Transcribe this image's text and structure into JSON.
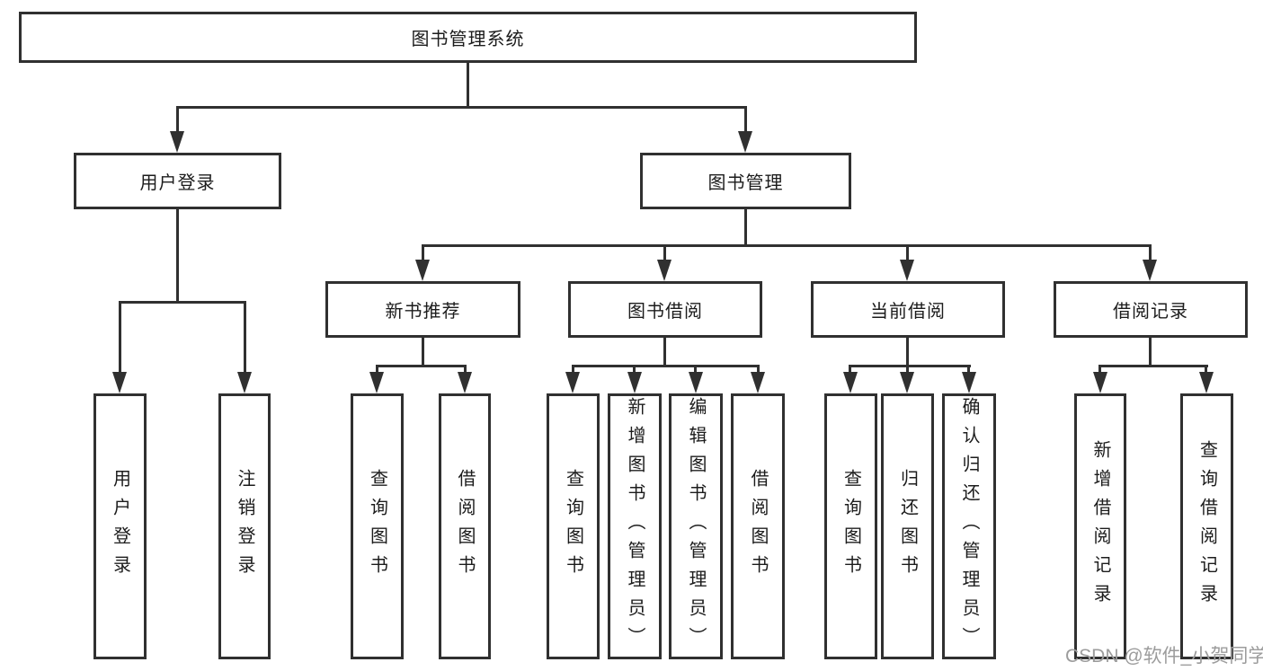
{
  "watermark": "CSDN @软件_小贺同学",
  "colors": {
    "line": "#303030",
    "text": "#1c1c1c",
    "background": "#ffffff",
    "watermark": "#9c9c9c"
  },
  "tree": {
    "label": "图书管理系统",
    "children": [
      {
        "label": "用户登录",
        "children": [
          {
            "label": "用户登录"
          },
          {
            "label": "注销登录"
          }
        ]
      },
      {
        "label": "图书管理",
        "children": [
          {
            "label": "新书推荐",
            "children": [
              {
                "label": "查询图书"
              },
              {
                "label": "借阅图书"
              }
            ]
          },
          {
            "label": "图书借阅",
            "children": [
              {
                "label": "查询图书"
              },
              {
                "label": "新增图书（管理员）"
              },
              {
                "label": "编辑图书（管理员）"
              },
              {
                "label": "借阅图书"
              }
            ]
          },
          {
            "label": "当前借阅",
            "children": [
              {
                "label": "查询图书"
              },
              {
                "label": "归还图书"
              },
              {
                "label": "确认归还（管理员）"
              }
            ]
          },
          {
            "label": "借阅记录",
            "children": [
              {
                "label": "新增借阅记录"
              },
              {
                "label": "查询借阅记录"
              }
            ]
          }
        ]
      }
    ]
  }
}
